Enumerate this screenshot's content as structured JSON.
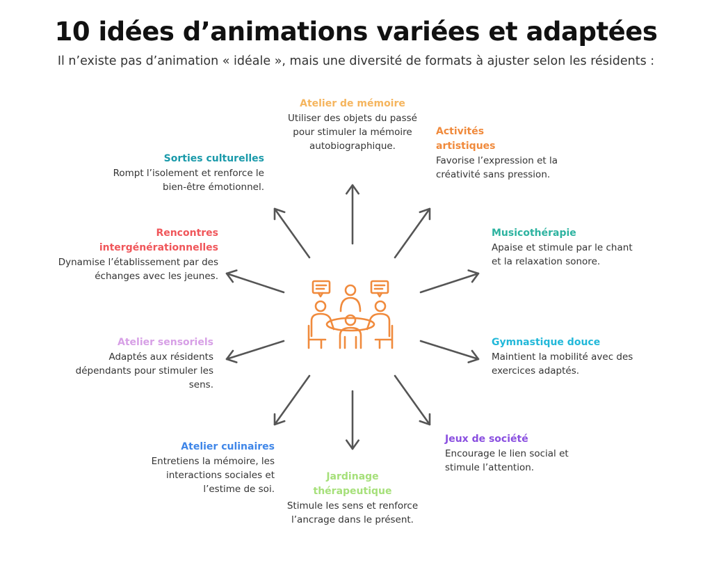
{
  "title": "10 idées d’animations variées et adaptées",
  "subtitle": "Il n’existe pas d’animation « idéale », mais une diversité de formats à ajuster selon les résidents :",
  "colors": {
    "arrow": "#555555",
    "hub_icon": "#F08A3C"
  },
  "hub_icon": "group-meeting-icon",
  "ideas": [
    {
      "title": "Atelier de mémoire",
      "color": "#F5B55E",
      "desc": "Utiliser des objets du passé pour stimuler la mémoire autobiographique."
    },
    {
      "title": "Activités artistiques",
      "color": "#F08A3C",
      "desc": "Favorise l’expression et la créativité sans pression."
    },
    {
      "title": "Musicothérapie",
      "color": "#2DB3A0",
      "desc": "Apaise et stimule par le chant et la relaxation sonore."
    },
    {
      "title": "Gymnastique douce",
      "color": "#22B8D9",
      "desc": "Maintient la mobilité avec des exercices adaptés."
    },
    {
      "title": "Jeux de société",
      "color": "#8A4FE0",
      "desc": "Encourage le lien social et stimule l’attention."
    },
    {
      "title": "Jardinage thérapeutique",
      "color": "#A6E07A",
      "desc": "Stimule les sens et renforce l’ancrage dans le présent."
    },
    {
      "title": "Atelier culinaires",
      "color": "#3F86E8",
      "desc": "Entretiens la mémoire, les interactions sociales et l’estime de soi."
    },
    {
      "title": "Atelier sensoriels",
      "color": "#D7A0E6",
      "desc": "Adaptés aux résidents dépendants pour stimuler les sens."
    },
    {
      "title": "Rencontres intergénérationnelles",
      "color": "#F0565A",
      "desc": "Dynamise l’établissement par des échanges avec les jeunes."
    },
    {
      "title": "Sorties culturelles",
      "color": "#1A9AAA",
      "desc": "Rompt l’isolement et renforce le bien-être émotionnel."
    }
  ]
}
